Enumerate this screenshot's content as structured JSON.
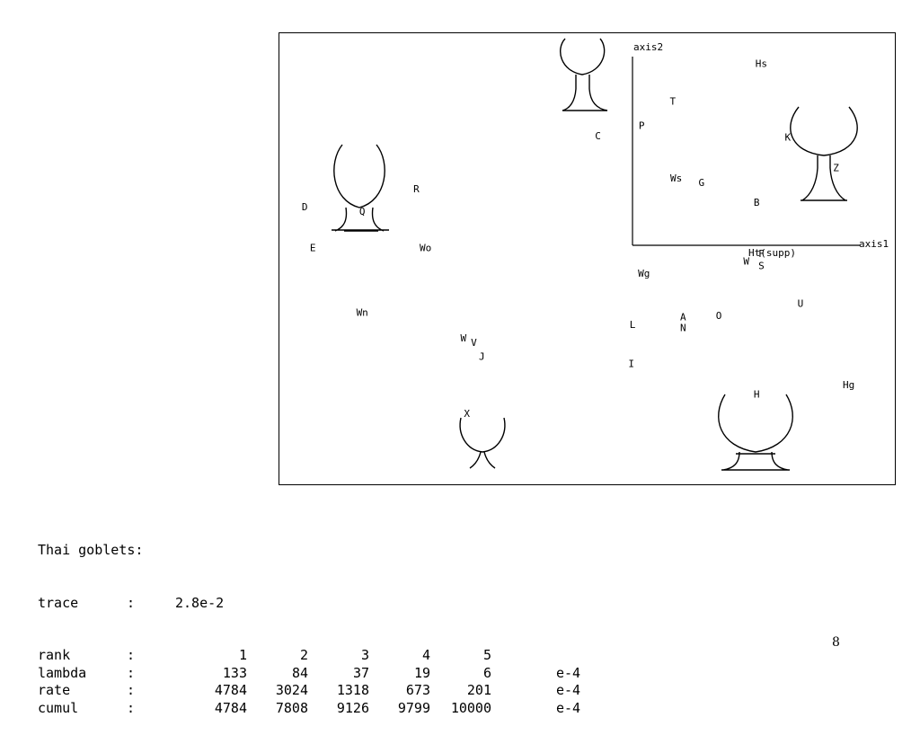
{
  "chart_data": {
    "type": "scatter",
    "xlabel": "axis1",
    "ylabel": "axis2",
    "axis_annotation": "Ht(supp)",
    "points": [
      {
        "label": "Hs",
        "x": 1.12,
        "y": 1.2
      },
      {
        "label": "T",
        "x": 0.35,
        "y": 0.95
      },
      {
        "label": "P",
        "x": 0.08,
        "y": 0.79
      },
      {
        "label": "C",
        "x": -0.3,
        "y": 0.72
      },
      {
        "label": "K",
        "x": 1.35,
        "y": 0.71
      },
      {
        "label": "Z",
        "x": 1.77,
        "y": 0.51
      },
      {
        "label": "Ws",
        "x": 0.38,
        "y": 0.44
      },
      {
        "label": "G",
        "x": 0.6,
        "y": 0.41
      },
      {
        "label": "B",
        "x": 1.08,
        "y": 0.28
      },
      {
        "label": "R",
        "x": -1.88,
        "y": 0.37
      },
      {
        "label": "D",
        "x": -2.85,
        "y": 0.25
      },
      {
        "label": "Q",
        "x": -2.35,
        "y": 0.22
      },
      {
        "label": "E",
        "x": -2.78,
        "y": -0.02
      },
      {
        "label": "Wo",
        "x": -1.8,
        "y": -0.02
      },
      {
        "label": "F",
        "x": 1.12,
        "y": -0.06
      },
      {
        "label": "W",
        "x": 0.99,
        "y": -0.11
      },
      {
        "label": "S",
        "x": 1.12,
        "y": -0.14
      },
      {
        "label": "Wg",
        "x": 0.1,
        "y": -0.19
      },
      {
        "label": "U",
        "x": 1.46,
        "y": -0.39
      },
      {
        "label": "Wn",
        "x": -2.35,
        "y": -0.45
      },
      {
        "label": "A",
        "x": 0.44,
        "y": -0.48
      },
      {
        "label": "O",
        "x": 0.75,
        "y": -0.47
      },
      {
        "label": "N",
        "x": 0.44,
        "y": -0.55
      },
      {
        "label": "L",
        "x": 0.0,
        "y": -0.53
      },
      {
        "label": "W",
        "x": -1.47,
        "y": -0.62
      },
      {
        "label": "V",
        "x": -1.38,
        "y": -0.65
      },
      {
        "label": "J",
        "x": -1.31,
        "y": -0.74
      },
      {
        "label": "I",
        "x": -0.01,
        "y": -0.79
      },
      {
        "label": "Hg",
        "x": 1.88,
        "y": -0.93
      },
      {
        "label": "H",
        "x": 1.08,
        "y": -0.99
      },
      {
        "label": "X",
        "x": -1.44,
        "y": -1.12
      }
    ]
  },
  "stats": {
    "title": "Thai goblets:",
    "trace_label": "trace",
    "trace_value": "2.8e-2",
    "colon": ":",
    "rows": [
      {
        "label": "rank",
        "values": [
          "1",
          "2",
          "3",
          "4",
          "5"
        ],
        "unit": ""
      },
      {
        "label": "lambda",
        "values": [
          "133",
          "84",
          "37",
          "19",
          "6"
        ],
        "unit": "e-4"
      },
      {
        "label": "rate",
        "values": [
          "4784",
          "3024",
          "1318",
          "673",
          "201"
        ],
        "unit": "e-4"
      },
      {
        "label": "cumul",
        "values": [
          "4784",
          "7808",
          "9126",
          "9799",
          "10000"
        ],
        "unit": "e-4"
      }
    ]
  },
  "page_number": "8"
}
